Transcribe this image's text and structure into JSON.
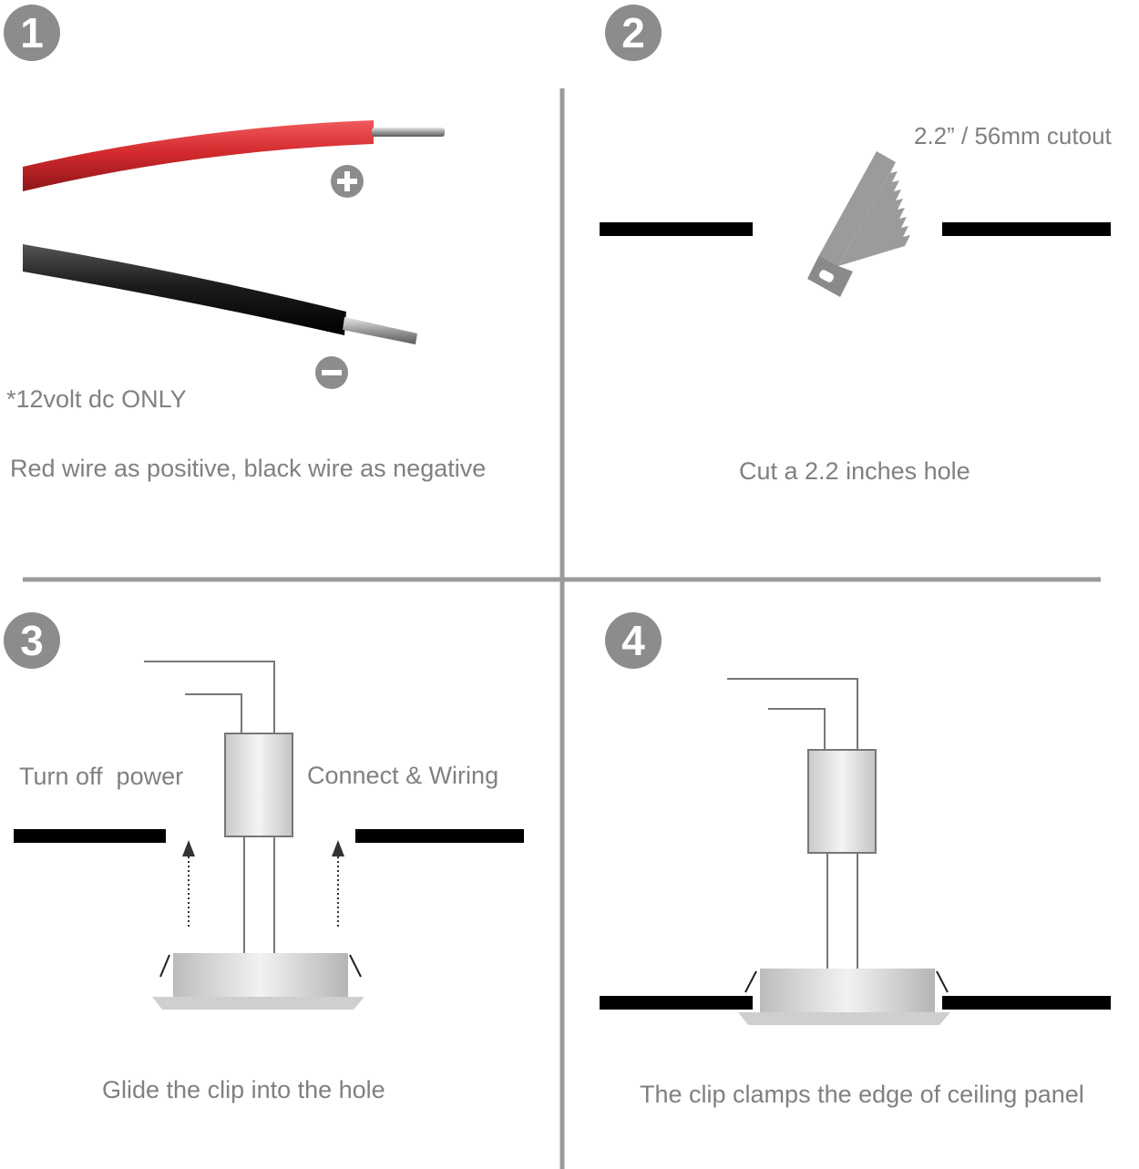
{
  "steps": [
    {
      "number": "1",
      "note": "*12volt dc ONLY",
      "caption": "Red wire as positive, black wire as negative"
    },
    {
      "number": "2",
      "cutout_label": "2.2” / 56mm cutout",
      "caption": "Cut a 2.2 inches hole"
    },
    {
      "number": "3",
      "left_label": "Turn off  power",
      "right_label": "Connect & Wiring",
      "caption": "Glide the clip into the hole"
    },
    {
      "number": "4",
      "caption": "The clip clamps the edge of ceiling panel"
    }
  ],
  "colors": {
    "badge": "#8c8c8c",
    "text": "#808080",
    "divider": "#9a9a9a",
    "red_wire": "#d42a2e",
    "black_wire": "#1c1c1c",
    "panel": "#000000"
  },
  "icons": [
    "plus-icon",
    "minus-icon",
    "saw-icon",
    "arrow-up-icon"
  ]
}
